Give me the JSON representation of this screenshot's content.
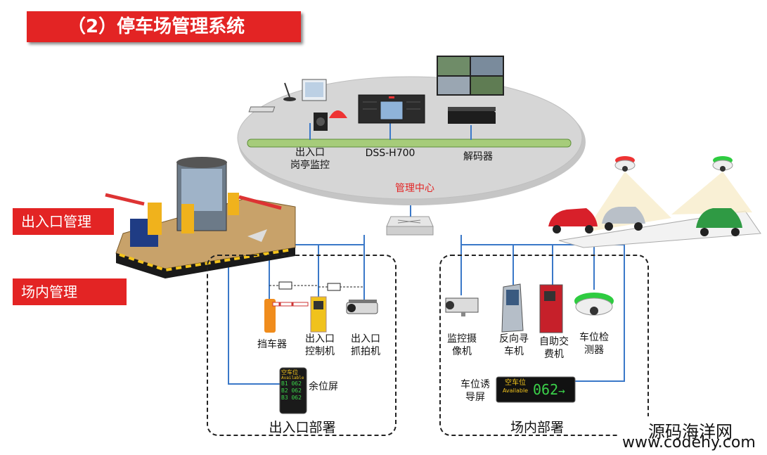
{
  "title": "（2）停车场管理系统",
  "side_labels": {
    "entrance": "出入口管理",
    "inside": "场内管理"
  },
  "center": {
    "label": "管理中心",
    "nodes": [
      {
        "label_line1": "出入口",
        "label_line2": "岗亭监控",
        "icon": "workstation-icon"
      },
      {
        "label_line1": "DSS-H700",
        "label_line2": "",
        "icon": "server-icon"
      },
      {
        "label_line1": "解码器",
        "label_line2": "",
        "icon": "decoder-icon"
      }
    ]
  },
  "zones": {
    "entrance": {
      "label": "出入口部署",
      "devices": [
        {
          "line1": "挡车器",
          "line2": "",
          "icon": "barrier-gate-icon"
        },
        {
          "line1": "出入口",
          "line2": "控制机",
          "icon": "control-machine-icon"
        },
        {
          "line1": "出入口",
          "line2": "抓拍机",
          "icon": "capture-camera-icon"
        },
        {
          "line1": "余位屏",
          "line2": "",
          "icon": "vacancy-screen-icon"
        }
      ],
      "screen": {
        "header": "空车位",
        "header_en": "Available",
        "rows": [
          {
            "b": "B1",
            "v": "062"
          },
          {
            "b": "B2",
            "v": "062"
          },
          {
            "b": "B3",
            "v": "062"
          }
        ]
      }
    },
    "inside": {
      "label": "场内部署",
      "devices": [
        {
          "line1": "监控摄",
          "line2": "像机",
          "icon": "surveillance-camera-icon"
        },
        {
          "line1": "反向寻",
          "line2": "车机",
          "icon": "car-finder-kiosk-icon"
        },
        {
          "line1": "自助交",
          "line2": "费机",
          "icon": "payment-kiosk-icon"
        },
        {
          "line1": "车位检",
          "line2": "测器",
          "icon": "space-detector-icon"
        },
        {
          "line1": "车位诱",
          "line2": "导屏",
          "icon": "guidance-screen-icon"
        }
      ],
      "guidance": {
        "cn": "空车位",
        "en": "Available",
        "value": "062",
        "arrow": "→"
      }
    }
  },
  "watermark": {
    "cn": "源码海洋网",
    "url": "www.codehy.com"
  },
  "colors": {
    "red": "#e32424",
    "line_blue": "#3a78c8",
    "ellipse": "#d4d4d4",
    "bus_green": "#a6cc7a"
  }
}
